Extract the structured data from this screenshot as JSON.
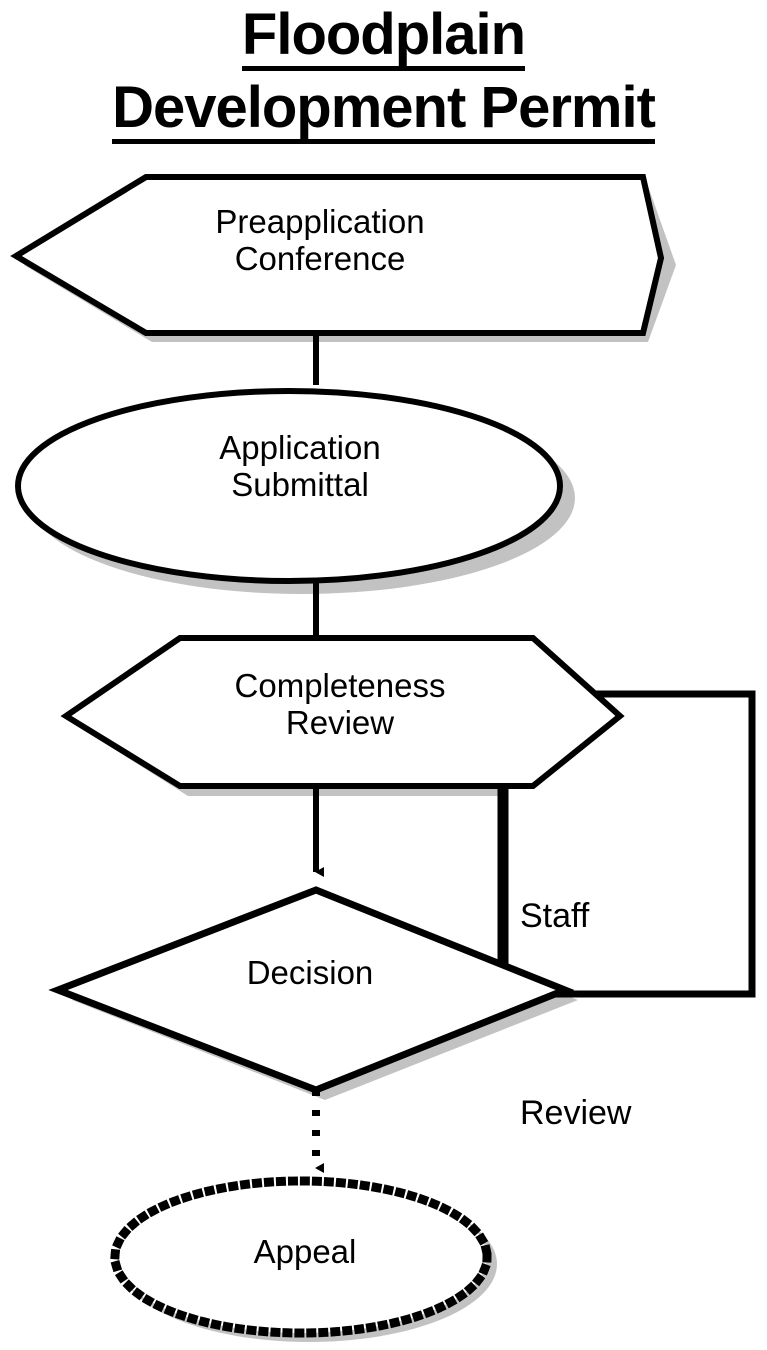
{
  "title": {
    "line1": "Floodplain",
    "line2": "Development Permit"
  },
  "diagram": {
    "type": "flowchart",
    "orientation": "top-to-bottom",
    "nodes": [
      {
        "id": "preapplication-conference",
        "label": "Preapplication\nConference",
        "shape": "hexagon",
        "border_style": "solid",
        "shadow": true
      },
      {
        "id": "application-submittal",
        "label": "Application\nSubmittal",
        "shape": "ellipse",
        "border_style": "solid",
        "shadow": true
      },
      {
        "id": "completeness-review",
        "label": "Completeness\nReview",
        "shape": "hexagon",
        "border_style": "solid",
        "shadow": true
      },
      {
        "id": "staff-review",
        "label": "Staff\n\nReview",
        "shape": "rectangle",
        "border_style": "solid",
        "shadow": false
      },
      {
        "id": "decision",
        "label": "Decision",
        "shape": "diamond",
        "border_style": "solid",
        "shadow": true
      },
      {
        "id": "appeal",
        "label": "Appeal",
        "shape": "ellipse",
        "border_style": "dotted",
        "shadow": true
      }
    ],
    "edges": [
      {
        "from": "preapplication-conference",
        "to": "application-submittal",
        "style": "solid",
        "arrowhead": false
      },
      {
        "from": "application-submittal",
        "to": "completeness-review",
        "style": "solid",
        "arrowhead": false
      },
      {
        "from": "completeness-review",
        "to": "decision",
        "style": "solid",
        "arrowhead": true
      },
      {
        "from": "completeness-review",
        "to": "staff-review",
        "style": "solid",
        "arrowhead": false
      },
      {
        "from": "decision",
        "to": "appeal",
        "style": "dotted",
        "arrowhead": true
      }
    ],
    "colors": {
      "stroke": "#000000",
      "fill": "#ffffff",
      "shadow": "#bfbfbf",
      "background": "#ffffff"
    }
  },
  "labels": {
    "preapplication_conference": "Preapplication\nConference",
    "application_submittal": "Application\nSubmittal",
    "completeness_review": "Completeness\nReview",
    "staff": "Staff",
    "review": "Review",
    "decision": "Decision",
    "appeal": "Appeal"
  }
}
